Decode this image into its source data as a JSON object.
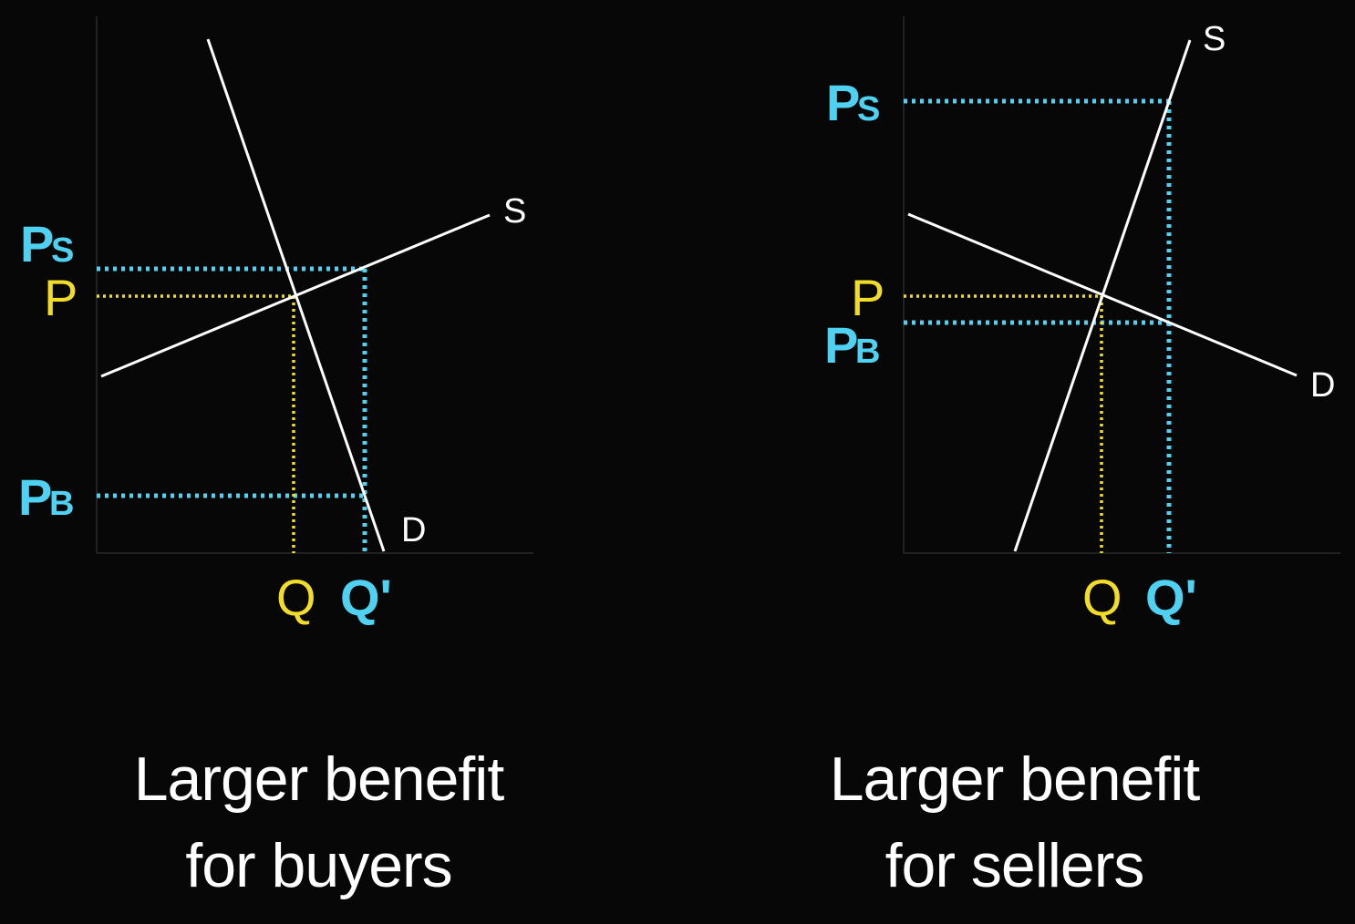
{
  "panels": [
    {
      "supply_label": "S",
      "demand_label": "D",
      "price_seller_label": "P",
      "price_seller_sub": "S",
      "price_label": "P",
      "price_buyer_label": "P",
      "price_buyer_sub": "B",
      "quantity_label": "Q",
      "quantity_new_label": "Q'",
      "caption_line1": "Larger benefit",
      "caption_line2": "for buyers"
    },
    {
      "supply_label": "S",
      "demand_label": "D",
      "price_seller_label": "P",
      "price_seller_sub": "S",
      "price_label": "P",
      "price_buyer_label": "P",
      "price_buyer_sub": "B",
      "quantity_label": "Q",
      "quantity_new_label": "Q'",
      "caption_line1": "Larger benefit",
      "caption_line2": "for sellers"
    }
  ],
  "colors": {
    "background": "#070707",
    "curves": "#ffffff",
    "equilibrium": "#f2dc2a",
    "subsidy": "#4fd2f2"
  }
}
